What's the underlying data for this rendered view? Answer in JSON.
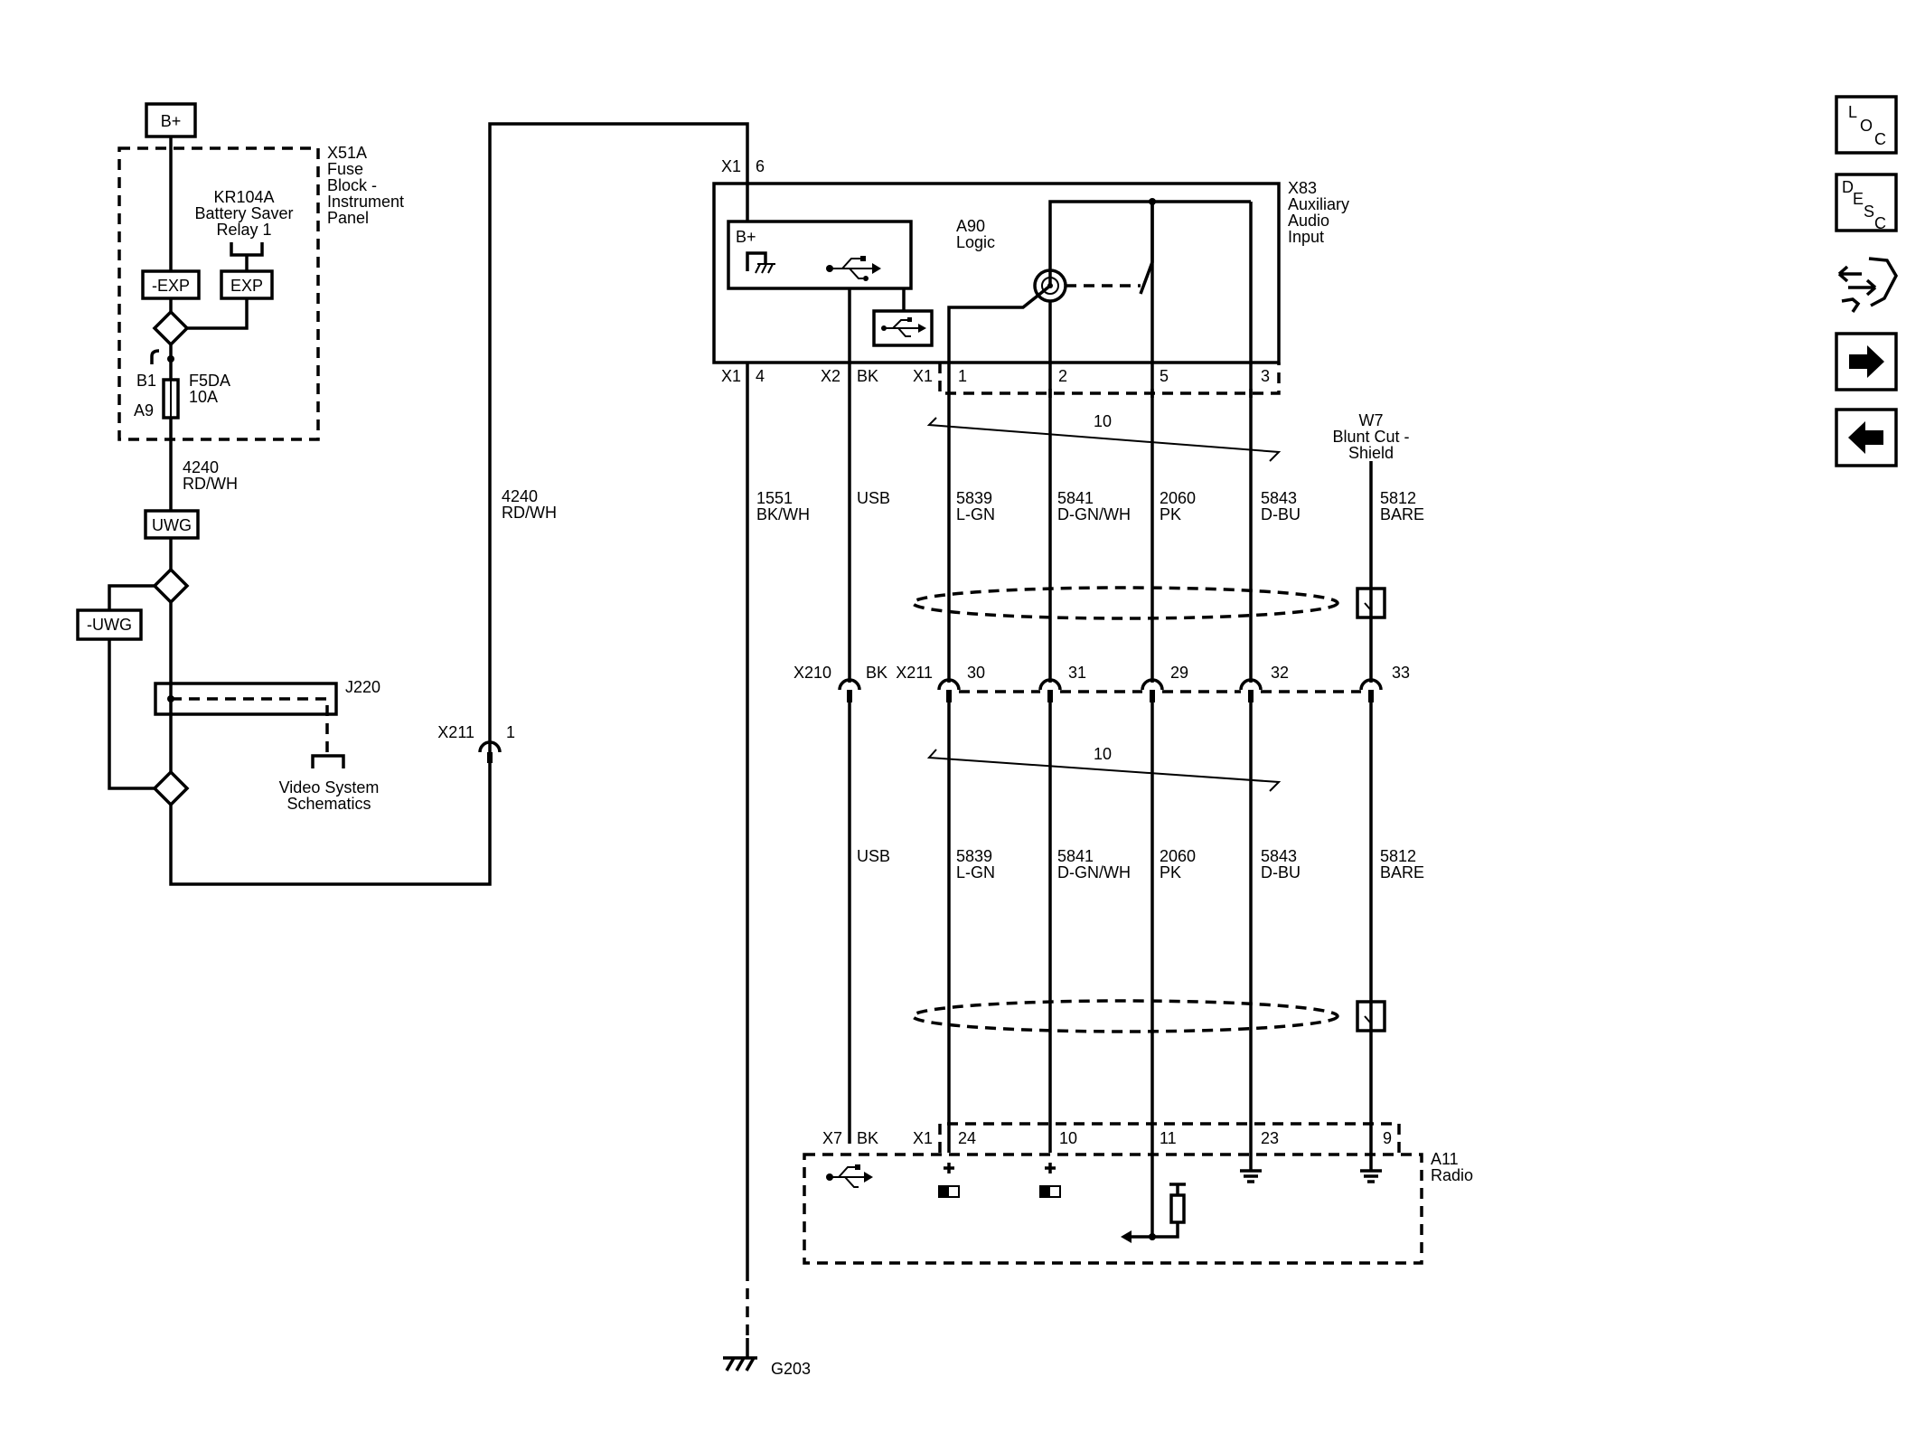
{
  "power": {
    "bplus": "B+"
  },
  "fuse_block": {
    "name": "X51A",
    "desc": [
      "Fuse",
      "Block -",
      "Instrument",
      "Panel"
    ],
    "relay_name": "KR104A",
    "relay_desc": [
      "Battery Saver",
      "Relay 1"
    ],
    "neg_exp": "-EXP",
    "exp": "EXP",
    "pin_b": "B1",
    "pin_a": "A9",
    "fuse_name": "F5DA",
    "fuse_rating": "10A"
  },
  "feed_wire": {
    "circuit": "4240",
    "color": "RD/WH"
  },
  "uwg": "UWG",
  "neg_uwg": "-UWG",
  "j220": "J220",
  "video_ref": [
    "Video System",
    "Schematics"
  ],
  "x211_feed": {
    "connector": "X211",
    "pin": "1"
  },
  "feed_wire_right": {
    "circuit": "4240",
    "color": "RD/WH"
  },
  "aux_module": {
    "name": "X83",
    "desc": [
      "Auxiliary",
      "Audio",
      "Input"
    ],
    "logic_name": "A90",
    "logic_desc": "Logic",
    "bplus": "B+",
    "top_conn": "X1",
    "top_pin": "6",
    "bottom_labels": [
      {
        "conn": "X1",
        "pin": "4"
      },
      {
        "conn": "X2",
        "pin": "BK"
      },
      {
        "conn": "X1",
        "pin": "1"
      }
    ],
    "pins": [
      "1",
      "2",
      "5",
      "3"
    ]
  },
  "shield_ref": {
    "name": "W7",
    "desc": [
      "Blunt Cut -",
      "Shield"
    ]
  },
  "twist_count": "10",
  "ground_wire": {
    "circuit": "1551",
    "color": "BK/WH"
  },
  "usb_label": "USB",
  "wires": [
    {
      "circuit": "5839",
      "color": "L-GN"
    },
    {
      "circuit": "5841",
      "color": "D-GN/WH"
    },
    {
      "circuit": "2060",
      "color": "PK"
    },
    {
      "circuit": "5843",
      "color": "D-BU"
    },
    {
      "circuit": "5812",
      "color": "BARE"
    }
  ],
  "inline": {
    "x210": "X210",
    "x210_pin": "BK",
    "x211": "X211",
    "pins": [
      "30",
      "31",
      "29",
      "32",
      "33"
    ]
  },
  "radio": {
    "name": "A11",
    "desc": "Radio",
    "usb_conn": "X7",
    "usb_pin": "BK",
    "conn": "X1",
    "pins": [
      "24",
      "10",
      "11",
      "23",
      "9"
    ]
  },
  "ground": "G203",
  "side_buttons": {
    "loc": "LOC",
    "desc": "DESC"
  }
}
